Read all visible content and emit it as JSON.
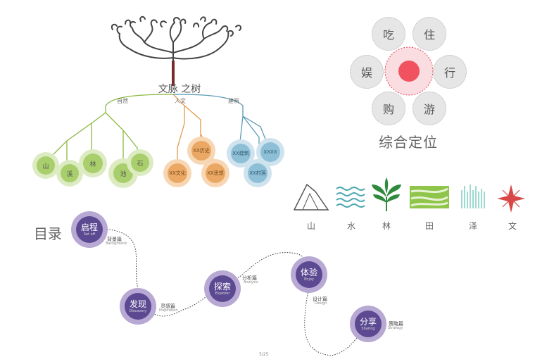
{
  "tree": {
    "title": "文脉 之树",
    "branches": [
      {
        "label": "自然",
        "color": "#8db843",
        "leaves": [
          "山",
          "溪",
          "林",
          "池",
          "石"
        ]
      },
      {
        "label": "人文",
        "color": "#e29a4f",
        "leaves": [
          "XX历史",
          "XX文化",
          "XX思想"
        ]
      },
      {
        "label": "建筑",
        "color": "#5c9bb8",
        "leaves": [
          "XX建筑",
          "XXXX",
          "XX村落"
        ]
      }
    ]
  },
  "flower": {
    "petals": [
      "吃",
      "住",
      "行",
      "游",
      "购",
      "娱"
    ],
    "label": "综合定位",
    "center_color": "#f0525f"
  },
  "elements": {
    "items": [
      {
        "icon": "mountain-icon",
        "label": "山"
      },
      {
        "icon": "water-icon",
        "label": "水"
      },
      {
        "icon": "forest-icon",
        "label": "林"
      },
      {
        "icon": "field-icon",
        "label": "田"
      },
      {
        "icon": "marsh-icon",
        "label": "泽"
      },
      {
        "icon": "culture-icon",
        "label": "文"
      }
    ]
  },
  "toc": {
    "title": "目录",
    "accent": "#5b4991",
    "stops": [
      {
        "cn": "启程",
        "en": "Set off",
        "sub_cn": "背景篇",
        "sub_en": "Background"
      },
      {
        "cn": "发现",
        "en": "Discovery",
        "sub_cn": "灵感篇",
        "sub_en": "Inspiration"
      },
      {
        "cn": "探索",
        "en": "Explorer",
        "sub_cn": "分析篇",
        "sub_en": "Analysis"
      },
      {
        "cn": "体验",
        "en": "Enjoy",
        "sub_cn": "设计篇",
        "sub_en": "Design"
      },
      {
        "cn": "分享",
        "en": "Sharing",
        "sub_cn": "策略篇",
        "sub_en": "Strategy"
      }
    ]
  },
  "page_number": "5/25"
}
